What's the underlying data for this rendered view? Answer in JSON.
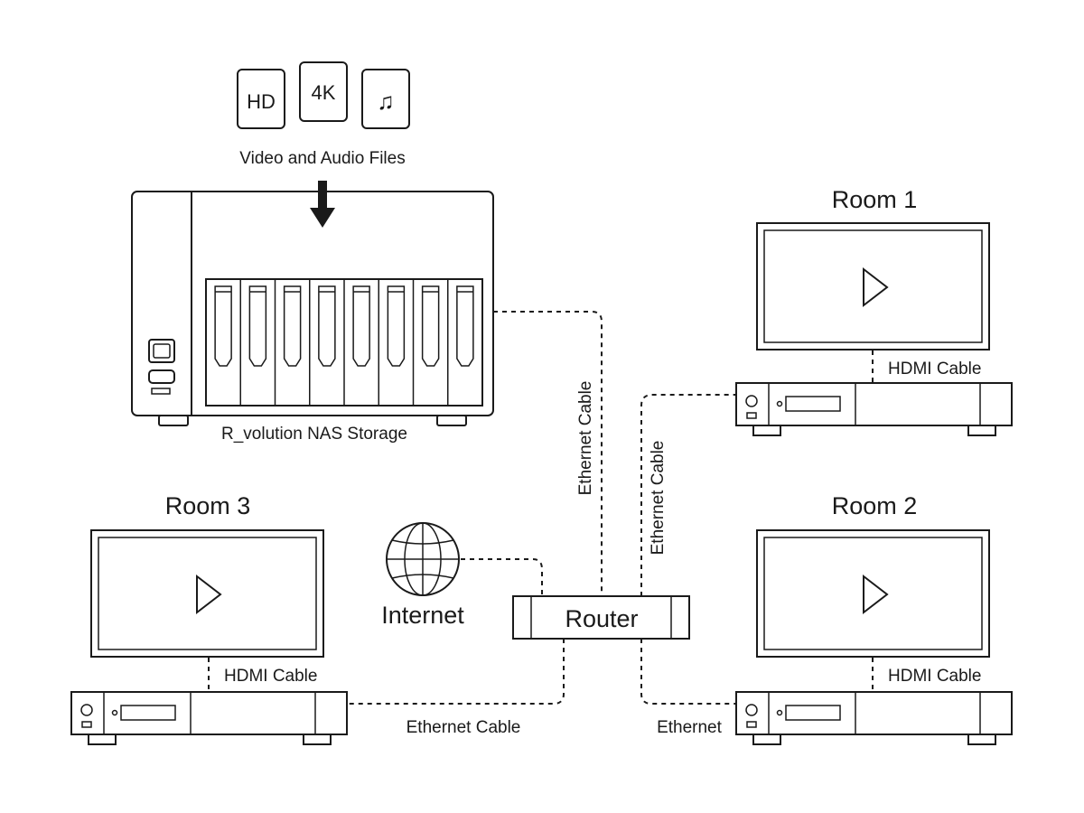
{
  "top_label": "Video and Audio Files",
  "file_icons": [
    {
      "name": "hd-icon",
      "text": "HD"
    },
    {
      "name": "4k-icon",
      "text": "4K"
    },
    {
      "name": "music-note-icon",
      "text": "♫"
    }
  ],
  "nas_label": "R_volution NAS Storage",
  "rooms": [
    {
      "title": "Room 1",
      "hdmi_label": "HDMI Cable"
    },
    {
      "title": "Room 2",
      "hdmi_label": "HDMI Cable"
    },
    {
      "title": "Room 3",
      "hdmi_label": "HDMI Cable"
    }
  ],
  "router_label": "Router",
  "internet_label": "Internet",
  "cables": {
    "nas_router": "Ethernet Cable",
    "router_room1": "Ethernet Cable",
    "router_room3": "Ethernet Cable",
    "router_room2": "Ethernet"
  },
  "icons": [
    "globe-icon",
    "play-icon",
    "down-arrow-icon"
  ]
}
